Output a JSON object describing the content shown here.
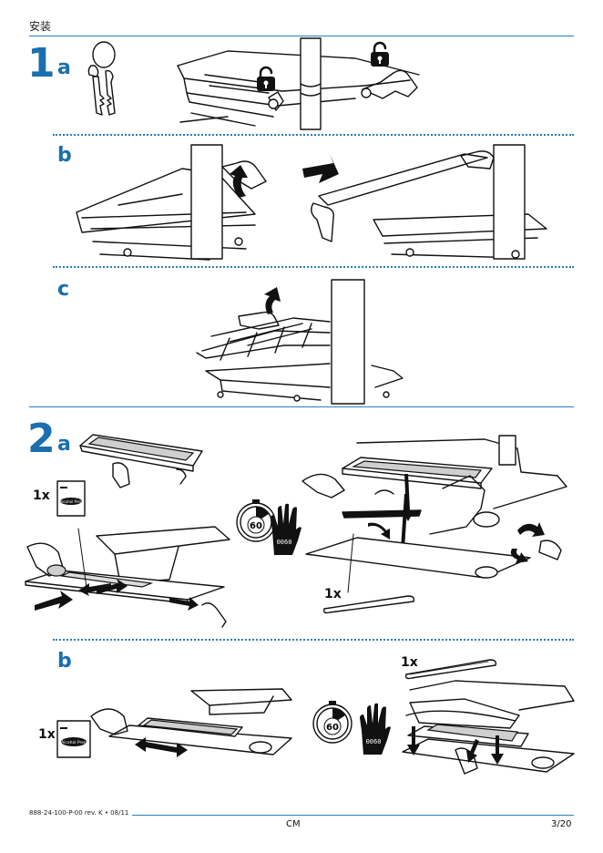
{
  "header": {
    "title": "安装"
  },
  "steps": {
    "s1": {
      "number": "1",
      "a": "a",
      "b": "b",
      "c": "c"
    },
    "s2": {
      "number": "2",
      "a": "a",
      "b": "b"
    }
  },
  "labels": {
    "qty_wipe_2a": "1x",
    "qty_strip_2a": "1x",
    "qty_wipe_2b": "1x",
    "qty_strip_2b": "1x",
    "timer_value_1": "60",
    "timer_value_2": "60",
    "glove_text_1": "0060",
    "glove_text_2": "0060",
    "wipe_brand": "Alcohol Prep"
  },
  "footer": {
    "doc_code": "888-24-100-P-00 rev. K • 08/11",
    "center": "CM",
    "page": "3/20"
  },
  "colors": {
    "accent": "#1a6fae",
    "rule": "#2a7fb8"
  },
  "icons": [
    "keys-icon",
    "unlock-icon",
    "arrow-icon",
    "timer-icon",
    "glove-hand-icon",
    "alcohol-wipe-icon"
  ]
}
